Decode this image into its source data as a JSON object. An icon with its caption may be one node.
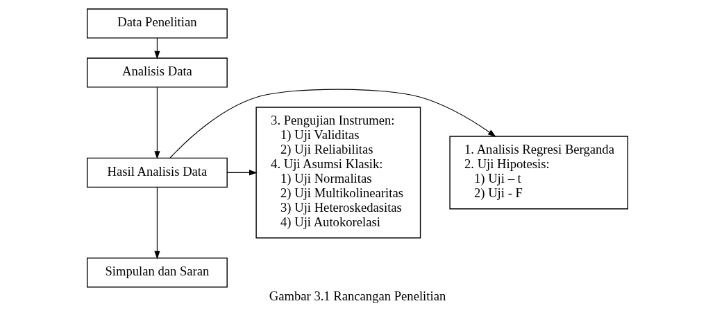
{
  "diagram": {
    "caption": "Gambar 3.1 Rancangan Penelitian",
    "nodes": [
      {
        "text": [
          "Data Penelitian"
        ]
      },
      {
        "text": [
          "Analisis Data"
        ]
      },
      {
        "text": [
          "Hasil Analisis Data"
        ]
      },
      {
        "text": [
          "Simpulan dan Saran"
        ]
      },
      {
        "text": [
          "1. Analisis Regresi Berganda",
          "2. Uji Hipotesis:",
          "1) Uji – t",
          "2) Uji - F"
        ]
      },
      {
        "text": [
          "3. Pengujian Instrumen:",
          "1) Uji Validitas",
          "2) Uji Reliabilitas",
          "4. Uji Asumsi Klasik:",
          "1) Uji Normalitas",
          "2) Uji Multikolinearitas",
          "3) Uji Heteroskedasitas",
          "4) Uji Autokorelasi"
        ]
      }
    ],
    "edges": [
      {
        "from": 0,
        "to": 1,
        "arrow": "to"
      },
      {
        "from": 1,
        "to": 2,
        "arrow": "to"
      },
      {
        "from": 2,
        "to": 3,
        "arrow": "to"
      },
      {
        "from": 2,
        "to": 4,
        "arrow": "to"
      },
      {
        "from": 2,
        "to": 5,
        "arrow": "to"
      }
    ]
  }
}
